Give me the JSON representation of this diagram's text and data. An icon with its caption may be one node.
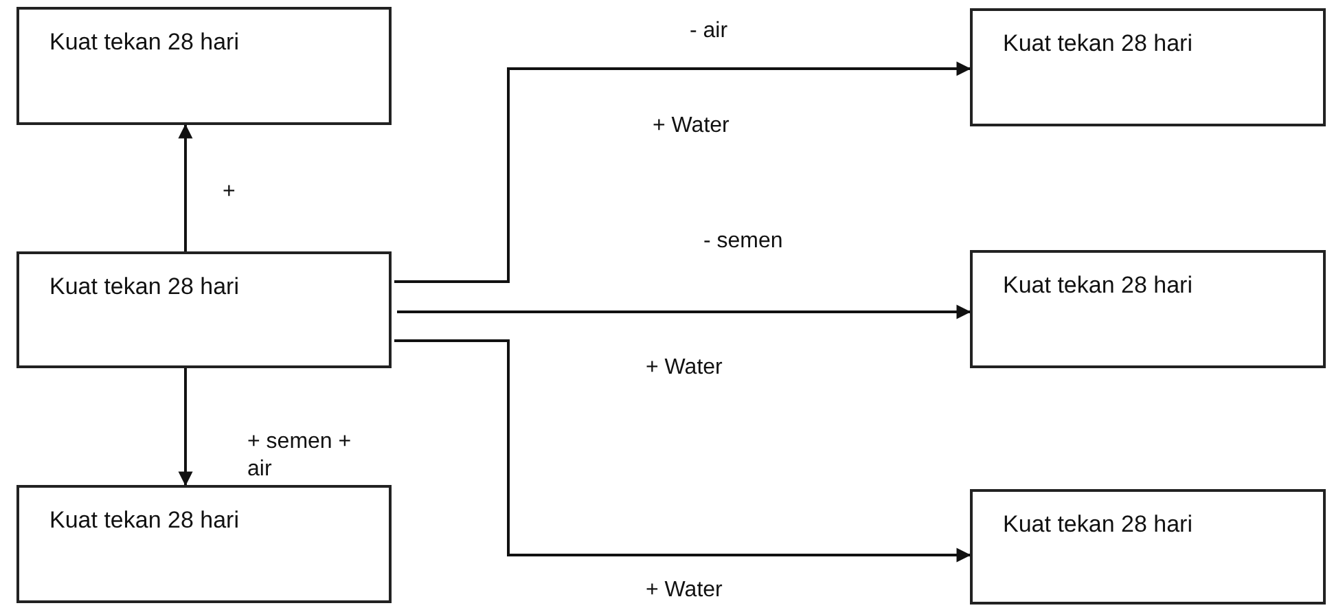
{
  "diagram": {
    "nodes": [
      {
        "text": [
          "Kuat tekan 28 hari"
        ]
      },
      {
        "text": [
          "Kuat tekan 28 hari"
        ]
      },
      {
        "text": [
          "Kuat tekan 28 hari"
        ]
      },
      {
        "text": [
          "Kuat tekan 28 hari"
        ]
      },
      {
        "text": [
          "Kuat tekan 28 hari"
        ]
      },
      {
        "text": [
          "Kuat tekan 28 hari"
        ]
      }
    ],
    "edges": [
      {
        "from": 1,
        "to": 0,
        "arrow": "to",
        "label": "+"
      },
      {
        "from": 1,
        "to": 2,
        "arrow": "to",
        "label": "+ semen + air"
      },
      {
        "from": 1,
        "to": 3,
        "arrow": "to",
        "label": "- air"
      },
      {
        "from": 1,
        "to": 4,
        "arrow": "to",
        "label": "- semen"
      },
      {
        "from": 1,
        "to": 5,
        "arrow": "to",
        "label": "+ Water"
      }
    ],
    "labels": [
      "+ Water",
      "+ Water"
    ]
  }
}
